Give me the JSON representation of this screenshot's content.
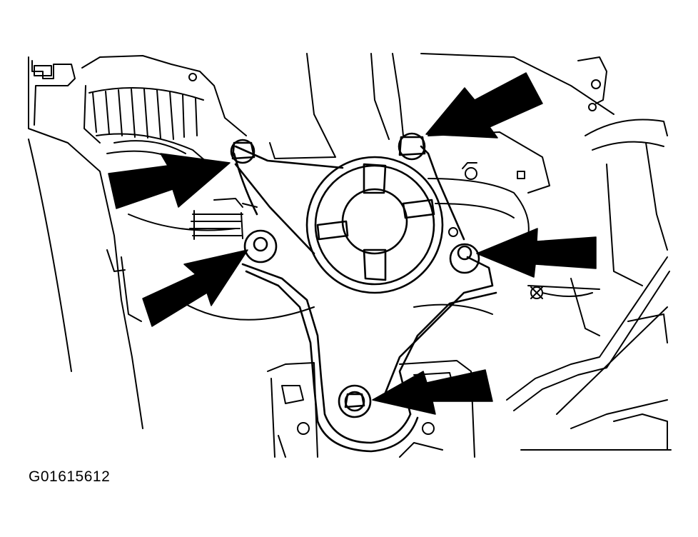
{
  "figure": {
    "id_label": "G01615612",
    "bolt_count": 5,
    "callout_arrows": [
      {
        "points_to": "upper-left-bolt"
      },
      {
        "points_to": "upper-right-bolt"
      },
      {
        "points_to": "left-middle-bolt"
      },
      {
        "points_to": "right-middle-bolt"
      },
      {
        "points_to": "lower-bolt"
      }
    ]
  },
  "colors": {
    "ink": "#000000",
    "paper": "#ffffff"
  }
}
